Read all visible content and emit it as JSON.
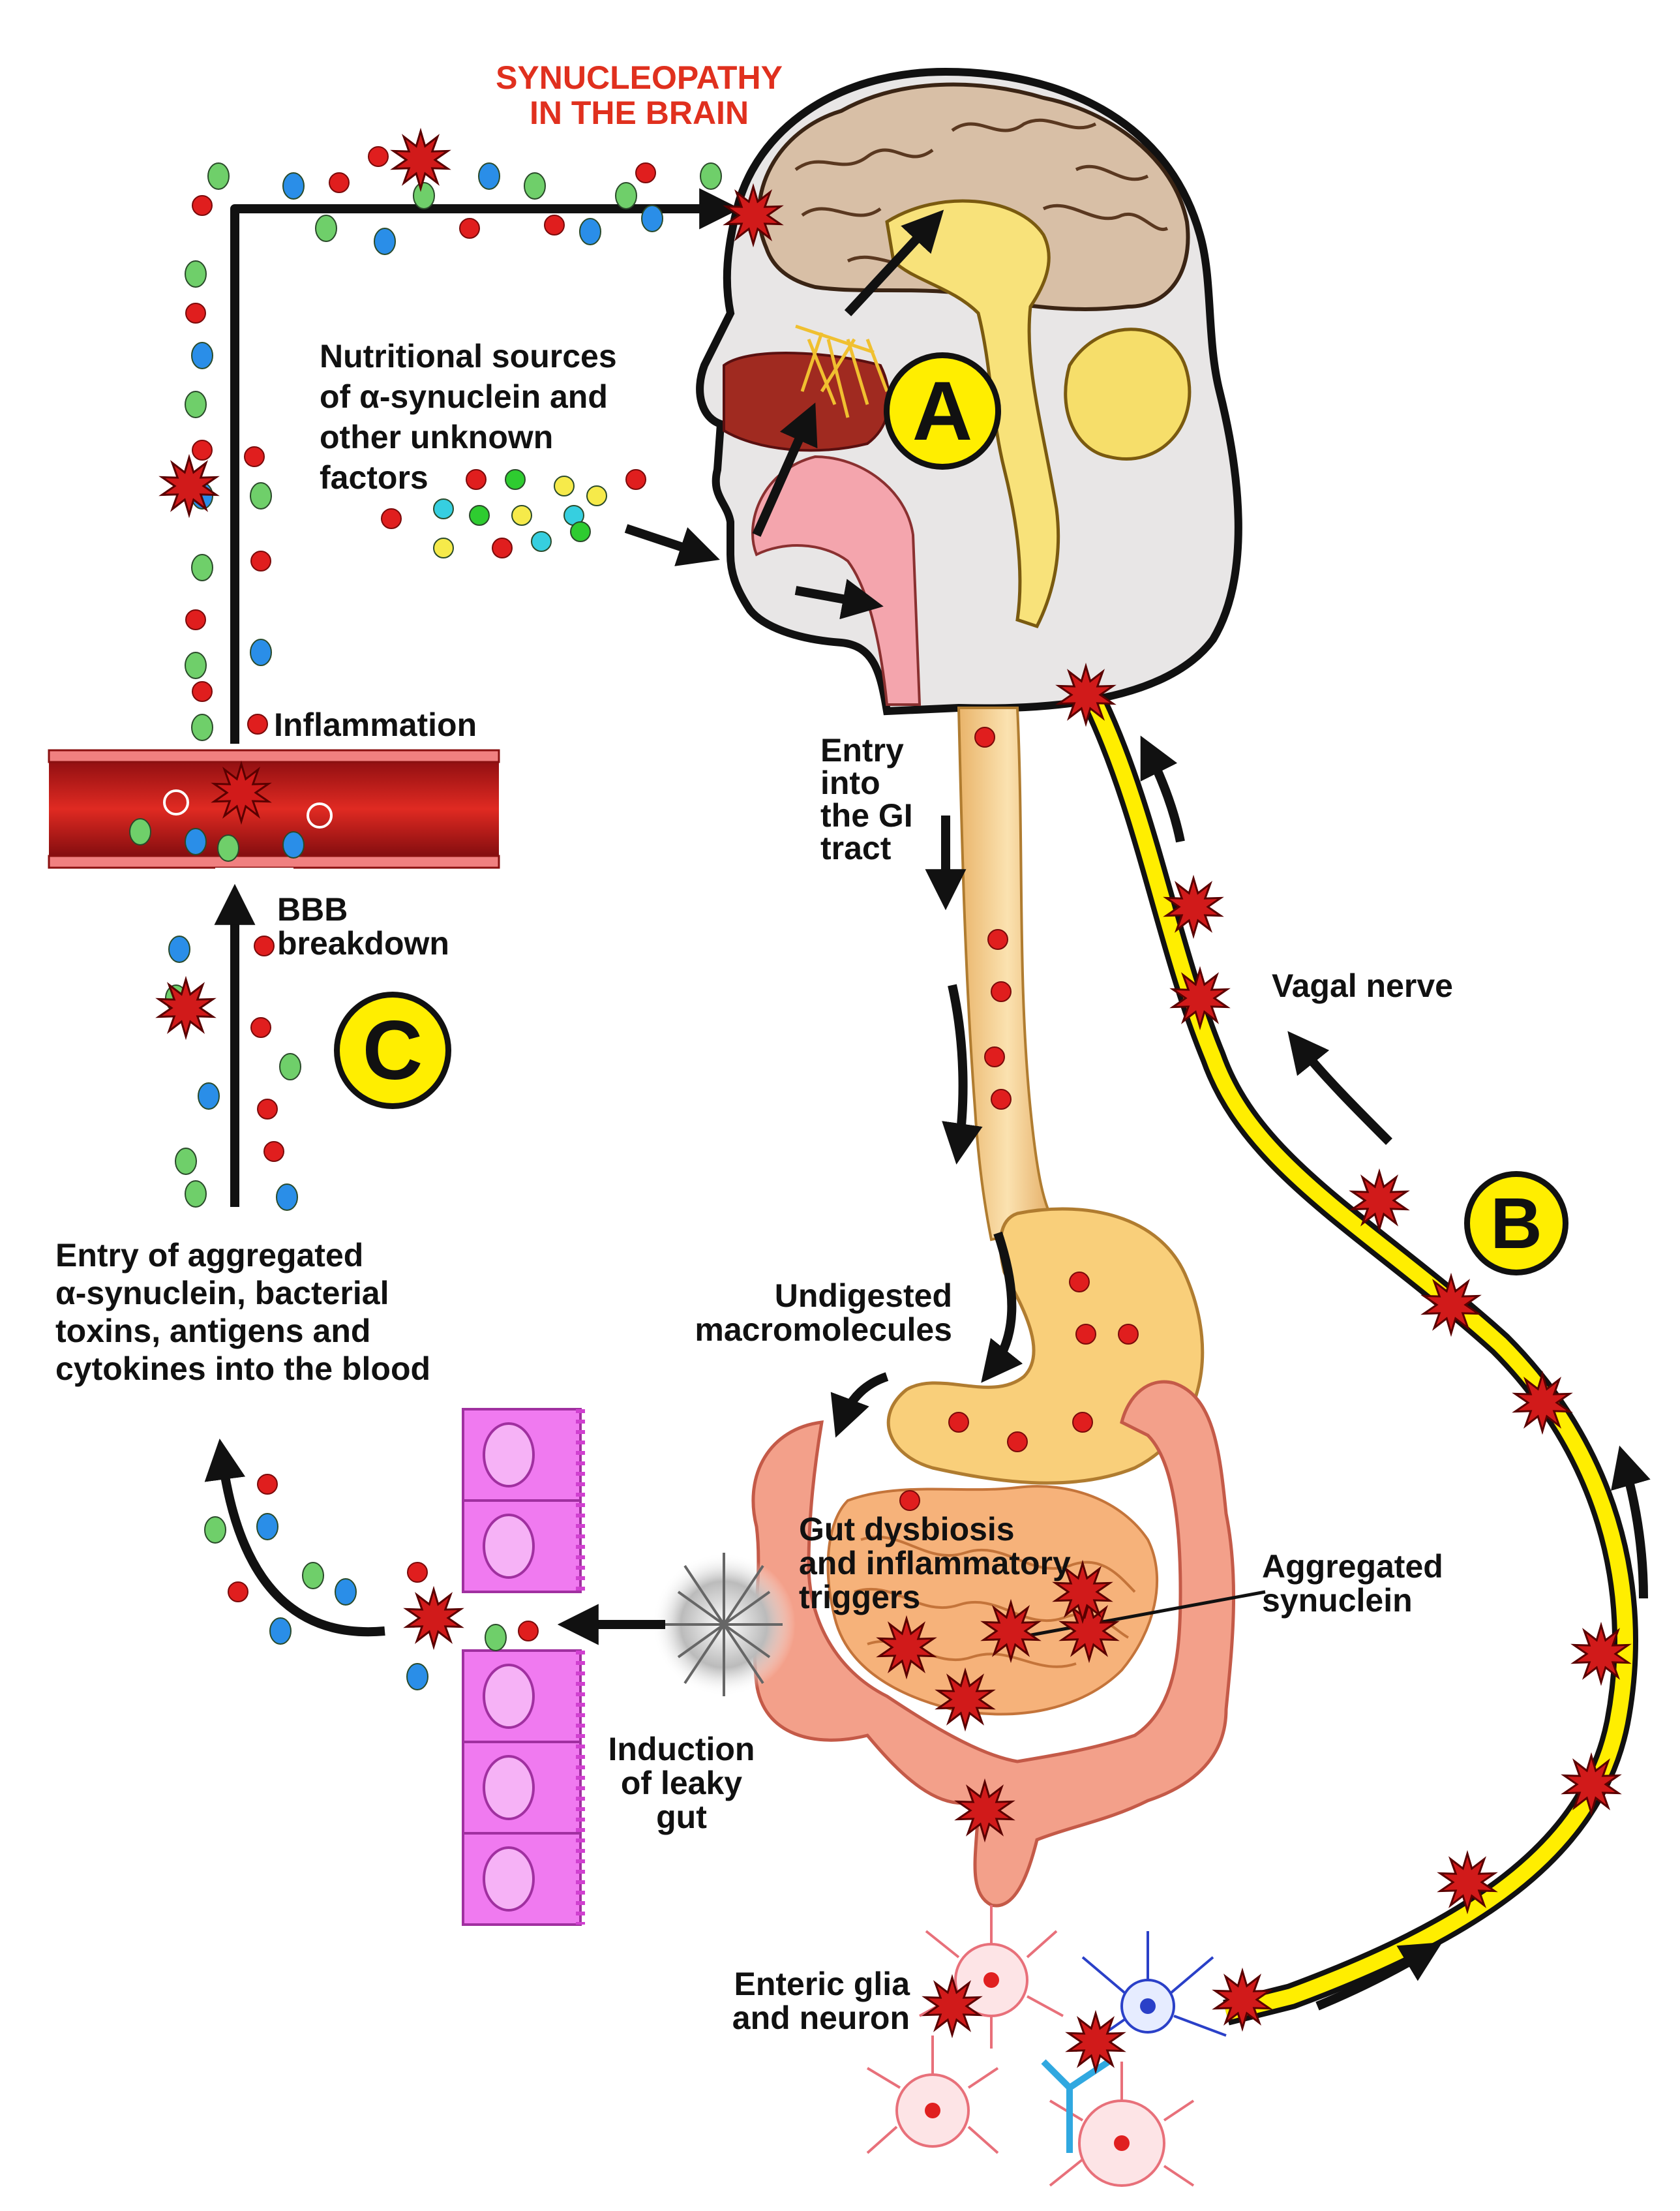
{
  "labels": {
    "title_line1": "SYNUCLEOPATHY",
    "title_line2": "IN THE BRAIN",
    "nutritional": [
      "Nutritional sources",
      "of α-synuclein and",
      "other unknown",
      "factors"
    ],
    "inflammation": "Inflammation",
    "bbb": [
      "BBB",
      "breakdown"
    ],
    "entry_gi": [
      "Entry",
      "into",
      "the GI",
      "tract"
    ],
    "vagal": "Vagal nerve",
    "entry_blood": [
      "Entry of aggregated",
      "α-synuclein, bacterial",
      "toxins, antigens and",
      "cytokines into the blood"
    ],
    "undigested": [
      "Undigested",
      "macromolecules"
    ],
    "dysbiosis": [
      "Gut dysbiosis",
      "and inflammatory",
      "triggers"
    ],
    "aggregated": [
      "Aggregated",
      "synuclein"
    ],
    "leaky": [
      "Induction",
      "of leaky",
      "gut"
    ],
    "enteric": [
      "Enteric glia",
      "and neuron"
    ]
  },
  "badges": {
    "a": "A",
    "b": "B",
    "c": "C"
  },
  "colors": {
    "title": "#e0301e",
    "badge_fill": "#ffee00",
    "vagal_nerve": "#ffee00",
    "vessel": "#c0141a",
    "aggregate": "#d11a1a",
    "gut": "#f3a08a",
    "esophagus": "#f7cf8a",
    "epithelium": "#f07af0"
  },
  "icons": [
    "synuclein-aggregate-icon",
    "red-dot-icon",
    "green-droplet-icon",
    "blue-droplet-icon",
    "yellow-dot-icon",
    "cyan-dot-icon"
  ]
}
